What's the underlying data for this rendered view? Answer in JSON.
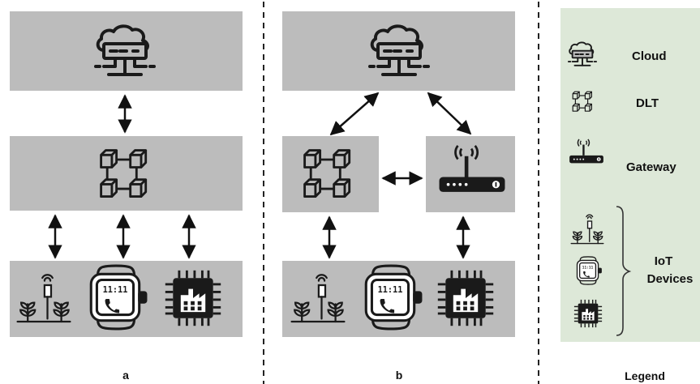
{
  "panels": {
    "a": {
      "caption": "a"
    },
    "b": {
      "caption": "b"
    }
  },
  "legend": {
    "caption": "Legend",
    "background": "#dde8d8",
    "items": [
      {
        "icon": "cloud-server-icon",
        "label": "Cloud"
      },
      {
        "icon": "dlt-blocks-icon",
        "label": "DLT"
      },
      {
        "icon": "router-icon",
        "label": "Gateway"
      }
    ],
    "iot_group": {
      "label_line1": "IoT",
      "label_line2": "Devices",
      "icons": [
        "smart-farm-sensor-icon",
        "smartwatch-icon",
        "factory-chip-icon"
      ]
    }
  },
  "colors": {
    "box_fill": "#bcbcbc",
    "icon_stroke": "#1a1a1a",
    "legend_fill": "#dde8d8",
    "separator": "#222222"
  }
}
